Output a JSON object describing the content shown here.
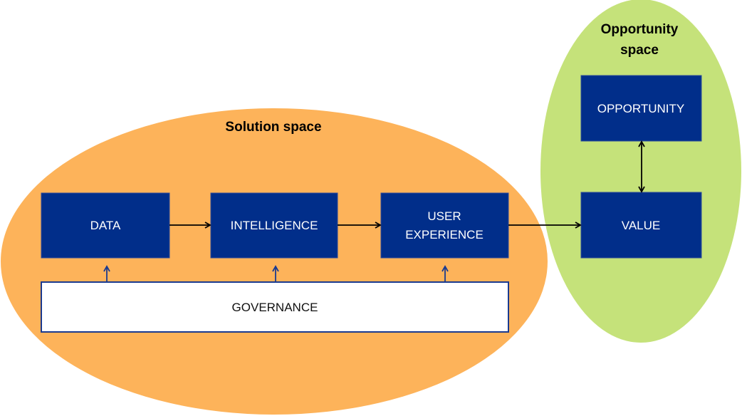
{
  "colors": {
    "solution_space": "#FDB35A",
    "opportunity_space": "#C5E27A",
    "box_fill": "#012E8A",
    "box_text": "#FFFFFF",
    "governance_fill": "#FFFFFF",
    "governance_border": "#1A3A8F",
    "arrow_black": "#000000",
    "arrow_blue": "#1A3A8F"
  },
  "solution_space": {
    "title": "Solution space",
    "boxes": {
      "data": [
        "DATA"
      ],
      "intelligence": [
        "INTELLIGENCE"
      ],
      "user_experience": [
        "USER",
        "EXPERIENCE"
      ]
    },
    "governance": "GOVERNANCE"
  },
  "opportunity_space": {
    "title_lines": [
      "Opportunity",
      "space"
    ],
    "boxes": {
      "opportunity": [
        "OPPORTUNITY"
      ],
      "value": [
        "VALUE"
      ]
    }
  },
  "connections": [
    {
      "from": "DATA",
      "to": "INTELLIGENCE",
      "type": "one-way"
    },
    {
      "from": "INTELLIGENCE",
      "to": "USER EXPERIENCE",
      "type": "one-way"
    },
    {
      "from": "USER EXPERIENCE",
      "to": "VALUE",
      "type": "one-way"
    },
    {
      "from": "OPPORTUNITY",
      "to": "VALUE",
      "type": "two-way"
    },
    {
      "from": "GOVERNANCE",
      "to": "DATA",
      "type": "one-way"
    },
    {
      "from": "GOVERNANCE",
      "to": "INTELLIGENCE",
      "type": "one-way"
    },
    {
      "from": "GOVERNANCE",
      "to": "USER EXPERIENCE",
      "type": "one-way"
    }
  ]
}
